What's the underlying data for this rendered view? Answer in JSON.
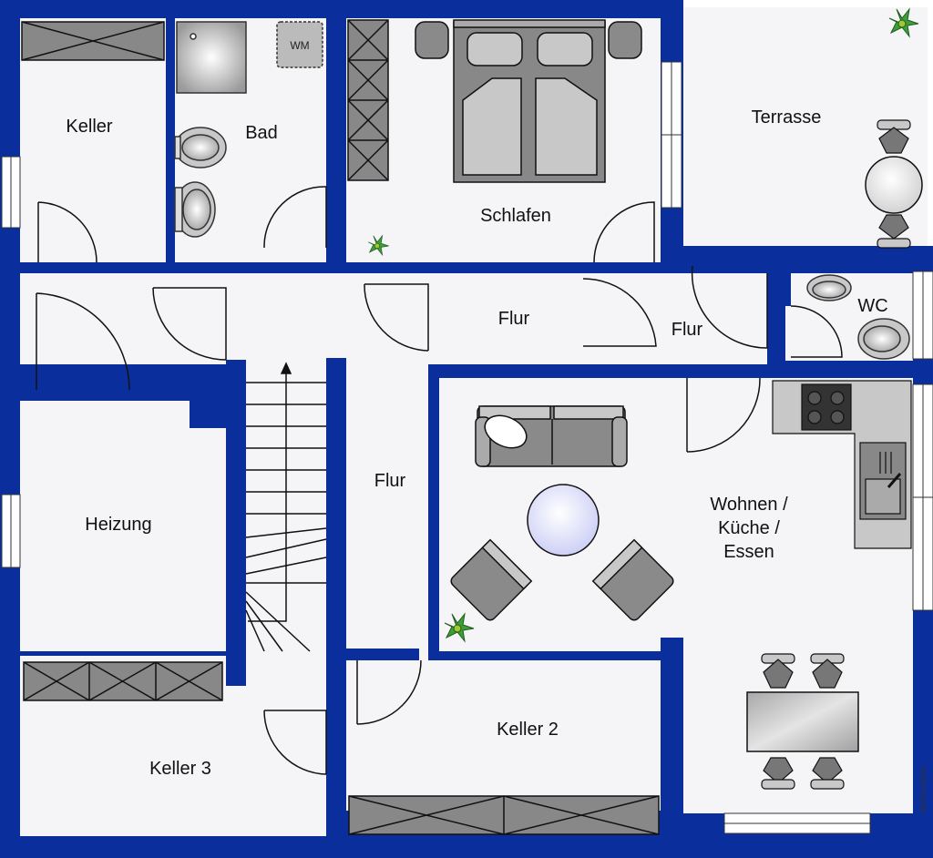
{
  "rooms": {
    "keller": "Keller",
    "bad": "Bad",
    "schlafen": "Schlafen",
    "terrasse": "Terrasse",
    "flur_top": "Flur",
    "flur_right": "Flur",
    "wc": "WC",
    "heizung": "Heizung",
    "flur_mid": "Flur",
    "wohnen_line1": "Wohnen /",
    "wohnen_line2": "Küche /",
    "wohnen_line3": "Essen",
    "keller2": "Keller 2",
    "keller3": "Keller 3"
  },
  "fixtures": {
    "washing_machine": "WM"
  },
  "credit": "McGrundriss",
  "colors": {
    "wall": "#0a2f9c",
    "floor": "#f5f5f8",
    "furniture": "#8a8a8a",
    "furniture_light": "#c8c8c8",
    "table_round": "#d9dcff",
    "plant": "#3f9e3a"
  }
}
